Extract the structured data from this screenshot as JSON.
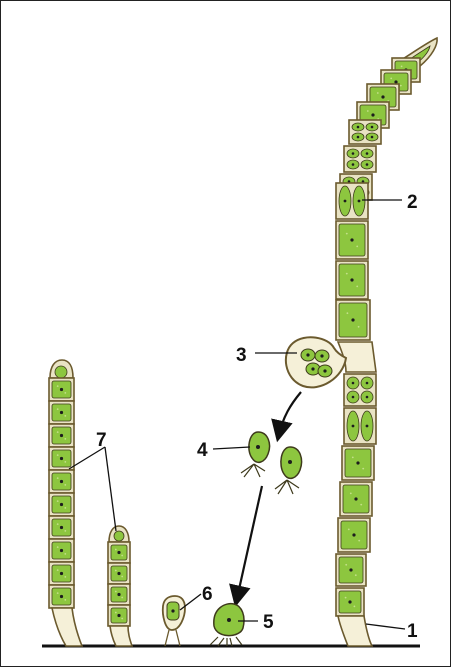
{
  "figure": {
    "labels": [
      {
        "id": "1",
        "text": "1"
      },
      {
        "id": "2",
        "text": "2"
      },
      {
        "id": "3",
        "text": "3"
      },
      {
        "id": "4",
        "text": "4"
      },
      {
        "id": "5",
        "text": "5"
      },
      {
        "id": "6",
        "text": "6"
      },
      {
        "id": "7",
        "text": "7"
      }
    ],
    "colors": {
      "cell_fill": "#8dc63f",
      "cell_light": "#c3e08a",
      "wall": "#6b5a2e",
      "outline": "#3e3a1c",
      "substrate": "#111111",
      "arrow": "#111111"
    }
  }
}
